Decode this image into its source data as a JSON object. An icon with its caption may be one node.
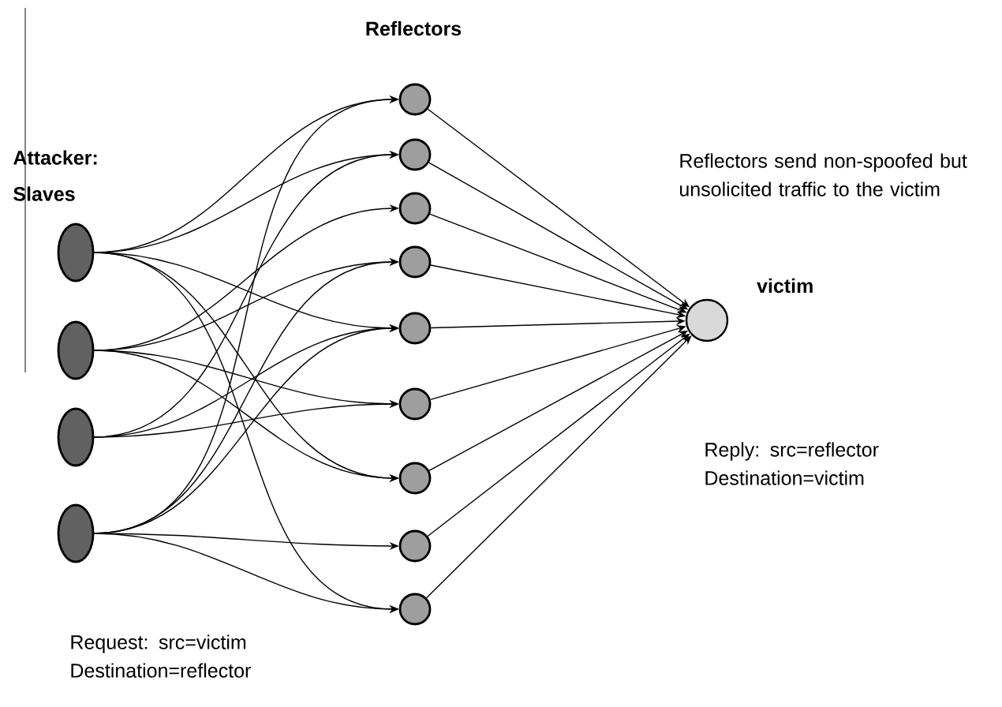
{
  "diagram": {
    "nodes": [
      {
        "text": [],
        "shape": "ellipse"
      },
      {
        "text": [],
        "shape": "ellipse"
      },
      {
        "text": [],
        "shape": "ellipse"
      },
      {
        "text": [],
        "shape": "ellipse"
      },
      {
        "text": [],
        "shape": "circle"
      },
      {
        "text": [],
        "shape": "circle"
      },
      {
        "text": [],
        "shape": "circle"
      },
      {
        "text": [],
        "shape": "circle"
      },
      {
        "text": [],
        "shape": "circle"
      },
      {
        "text": [],
        "shape": "circle"
      },
      {
        "text": [],
        "shape": "circle"
      },
      {
        "text": [],
        "shape": "circle"
      },
      {
        "text": [],
        "shape": "circle"
      },
      {
        "text": [
          "victim"
        ]
      }
    ],
    "edges": [
      {
        "from": 0,
        "to": 4,
        "arrow": "to"
      },
      {
        "from": 0,
        "to": 5,
        "arrow": "to"
      },
      {
        "from": 0,
        "to": 8,
        "arrow": "to"
      },
      {
        "from": 0,
        "to": 10,
        "arrow": "to"
      },
      {
        "from": 0,
        "to": 12,
        "arrow": "to"
      },
      {
        "from": 1,
        "to": 6,
        "arrow": "to"
      },
      {
        "from": 1,
        "to": 7,
        "arrow": "to"
      },
      {
        "from": 1,
        "to": 9,
        "arrow": "to"
      },
      {
        "from": 1,
        "to": 10,
        "arrow": "to"
      },
      {
        "from": 2,
        "to": 5,
        "arrow": "to"
      },
      {
        "from": 2,
        "to": 8,
        "arrow": "to"
      },
      {
        "from": 2,
        "to": 9,
        "arrow": "to"
      },
      {
        "from": 3,
        "to": 4,
        "arrow": "to"
      },
      {
        "from": 3,
        "to": 7,
        "arrow": "to"
      },
      {
        "from": 3,
        "to": 8,
        "arrow": "to"
      },
      {
        "from": 3,
        "to": 11,
        "arrow": "to"
      },
      {
        "from": 3,
        "to": 12,
        "arrow": "to"
      },
      {
        "from": 4,
        "to": 13,
        "arrow": "to"
      },
      {
        "from": 5,
        "to": 13,
        "arrow": "to"
      },
      {
        "from": 6,
        "to": 13,
        "arrow": "to"
      },
      {
        "from": 7,
        "to": 13,
        "arrow": "to"
      },
      {
        "from": 8,
        "to": 13,
        "arrow": "to"
      },
      {
        "from": 9,
        "to": 13,
        "arrow": "to"
      },
      {
        "from": 10,
        "to": 13,
        "arrow": "to"
      },
      {
        "from": 11,
        "to": 13,
        "arrow": "to"
      },
      {
        "from": 12,
        "to": 13,
        "arrow": "to"
      }
    ],
    "labels": [
      "Reflectors",
      "Attacker: Slaves",
      "Reflectors send non-spoofed but unsolicited traffic to the victim",
      "Reply: src=reflector Destination=victim",
      "Request: src=victim Destination=reflector"
    ]
  }
}
